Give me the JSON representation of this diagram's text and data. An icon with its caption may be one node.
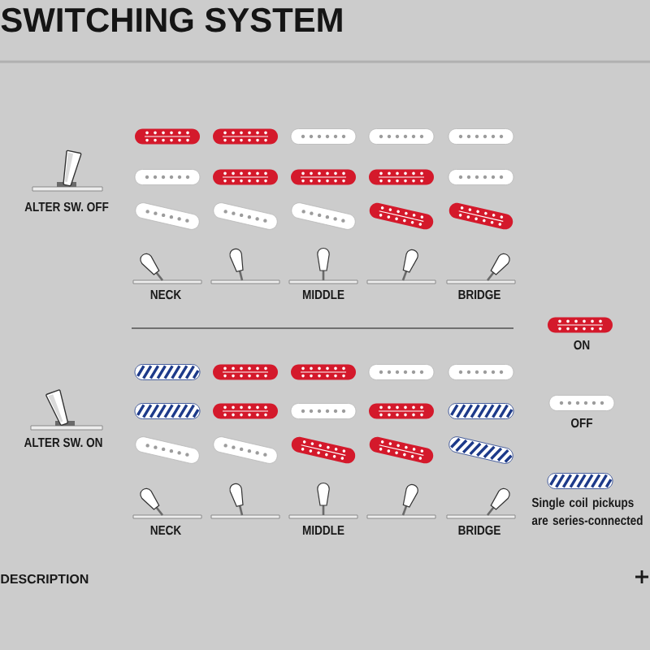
{
  "diagram": {
    "title": "SWITCHING SYSTEM",
    "labels": [
      "ALTER SW. OFF",
      "NECK",
      "MIDDLE",
      "BRIDGE",
      "ALTER SW. ON",
      "NECK",
      "MIDDLE",
      "BRIDGE",
      "DESCRIPTION"
    ],
    "legend": [
      {
        "text": "ON",
        "color": "#d4192b"
      },
      {
        "text": "OFF",
        "color": "#ffffff"
      },
      {
        "text": "Single coil pickups are series-connected"
      }
    ]
  }
}
